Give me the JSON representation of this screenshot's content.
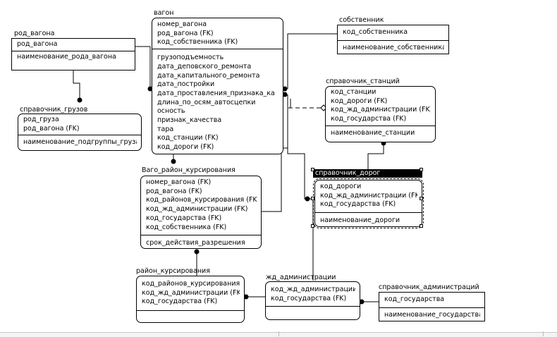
{
  "diagram": {
    "entities": {
      "rod_vagona": {
        "title": "род_вагона",
        "keys": [
          "род_вагона"
        ],
        "attrs": [
          "наименование_рода_вагона"
        ]
      },
      "vagon": {
        "title": "вагон",
        "keys": [
          "номер_вагона",
          "род_вагона (FK)",
          "код_собственника (FK)"
        ],
        "attrs": [
          "грузоподъемность",
          "дата_деповского_ремонта",
          "дата_капитального_ремонта",
          "дата_постройки",
          "дата_проставления_признака_ка",
          "длина_по_осям_автосцепки",
          "осность",
          "признак_качества",
          "тара",
          "код_станции (FK)",
          "код_дороги (FK)"
        ]
      },
      "sobstvennik": {
        "title": "собственник",
        "keys": [
          "код_собственника"
        ],
        "attrs": [
          "наименование_собственника"
        ]
      },
      "spravochnik_gruzov": {
        "title": "справочник_грузов",
        "keys": [
          "род_груза",
          "род_вагона (FK)"
        ],
        "attrs": [
          "наименование_подгруппы_груза"
        ]
      },
      "spravochnik_stanciy": {
        "title": "справочник_станций",
        "keys": [
          "код_станции",
          "код_дороги (FK)",
          "код_жд_администрации (FK)",
          "код_государства (FK)"
        ],
        "attrs": [
          "наименование_станции"
        ]
      },
      "vago_rayon": {
        "title": "Ваго_район_курсирования",
        "keys": [
          "номер_вагона (FK)",
          "род_вагона (FK)",
          "код_районов_курсирования (FK)",
          "код_жд_администрации (FK)",
          "код_государства (FK)",
          "код_собственника (FK)"
        ],
        "attrs": [
          "срок_действия_разрешения"
        ]
      },
      "spravochnik_dorog": {
        "title": "справочник_дорог",
        "keys": [
          "код_дороги",
          "код_жд_администрации (FK)",
          "код_государства (FK)"
        ],
        "attrs": [
          "наименование_дороги"
        ]
      },
      "rayon_kursirovaniya": {
        "title": "район_курсирования",
        "keys": [
          "код_районов_курсирования",
          "код_жд_администрации (FK)",
          "код_государства (FK)"
        ],
        "attrs": []
      },
      "zhd_administracii": {
        "title": "жд_администрации",
        "keys": [
          "код_жд_администрации",
          "код_государства (FK)"
        ],
        "attrs": []
      },
      "spravochnik_admin": {
        "title": "справочник_администраций",
        "keys": [
          "код_государства"
        ],
        "attrs": [
          "наименование_государства"
        ]
      }
    },
    "colors": {
      "line": "#000000",
      "background": "#ffffff",
      "selected_title_bg": "#000000",
      "selected_title_fg": "#ffffff"
    }
  }
}
